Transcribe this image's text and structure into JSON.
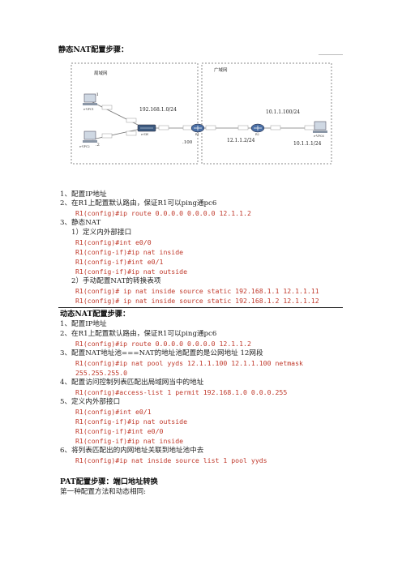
{
  "static_title": "静态NAT配置步骤：",
  "diagram": {
    "lan_label": "局域网",
    "wan_label": "广域网",
    "lan_net": "192.168.1.0/24",
    "wan_net1": "12.1.1.2/24",
    "wan_net2": "10.1.1.100/24",
    "server_ip": "10.1.1.1/24",
    "pc1_suffix": ".1",
    "pc2_suffix": ".2",
    "r1_suffix": ".100",
    "pc1_name": "e-VPC1",
    "pc2_name": "e-VPC2",
    "pc6_name": "e-VPC6",
    "sw_name": "e-SW",
    "r1_name": "R1",
    "r2_name": "R2"
  },
  "static_lines": [
    "1、配置IP地址",
    "2、在R1上配置默认路由，保证R1可以ping通pc6",
    "R1(config)#ip route 0.0.0.0 0.0.0.0 12.1.1.2",
    "3、静态NAT",
    "1）定义内外部接口",
    "R1(config)#int e0/0",
    "R1(config-if)#ip nat inside",
    "R1(config-if)#int e0/1",
    "R1(config-if)#ip nat outside",
    "2）手动配置NAT的转换表项",
    "R1(config)# ip nat inside source static 192.168.1.1 12.1.1.11",
    "R1(config)# ip nat inside source static 192.168.1.2 12.1.1.12"
  ],
  "dynamic_title": "动态NAT配置步骤：",
  "dynamic_lines": [
    "1、配置IP地址",
    "2、在R1上配置默认路由，保证R1可以ping通pc6",
    "R1(config)#ip route 0.0.0.0 0.0.0.0 12.1.1.2",
    "3、配置NAT地址池===NAT的地址池配置的是公网地址 12网段",
    "R1(config)#ip   nat   pool   yyds   12.1.1.100   12.1.1.100   netmask",
    "255.255.255.0",
    "4、配置访问控制列表匹配出局域网当中的地址",
    "R1(config)#access-list 1 permit 192.168.1.0 0.0.0.255",
    "5、定义内外部接口",
    "R1(config)#int e0/1",
    "R1(config-if)#ip nat outside",
    "R1(config-if)#int e0/0",
    "R1(config-if)#ip nat inside",
    "6、将列表匹配出的内网地址关联到地址池中去",
    "R1(config)#ip nat inside source list 1 pool yyds"
  ],
  "pat_title": "PAT配置步骤：端口地址转换",
  "pat_line": "第一种配置方法和动态相同:"
}
